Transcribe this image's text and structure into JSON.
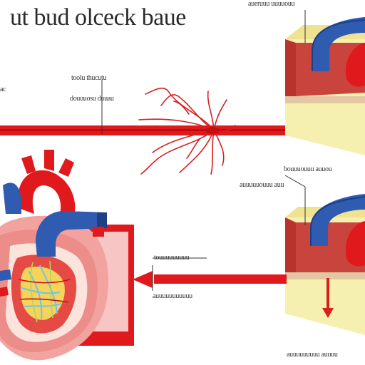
{
  "title": "ut bud olceck baue",
  "labels": {
    "top_left_edge": "ac",
    "top_label_1": "toolu thucutu",
    "top_label_2": "douuuosu duuau",
    "top_right_label": "aueruuu uuuuouu",
    "mid_right_label_1": "bouuuouuu auuou",
    "mid_right_label_2": "auuuuuouuu auu",
    "mid_left_label_1": "touuuuuuuuu",
    "mid_left_label_2": "auuuuuuuuuuu",
    "bottom_right_label": "auuuuuuuuu auuuu"
  },
  "colors": {
    "artery_red": "#e0191c",
    "vein_blue": "#2f5bb0",
    "tissue_yellow": "#f6f0b0",
    "muscle_red": "#c9443c",
    "heart_pink": "#f2a3a0"
  }
}
